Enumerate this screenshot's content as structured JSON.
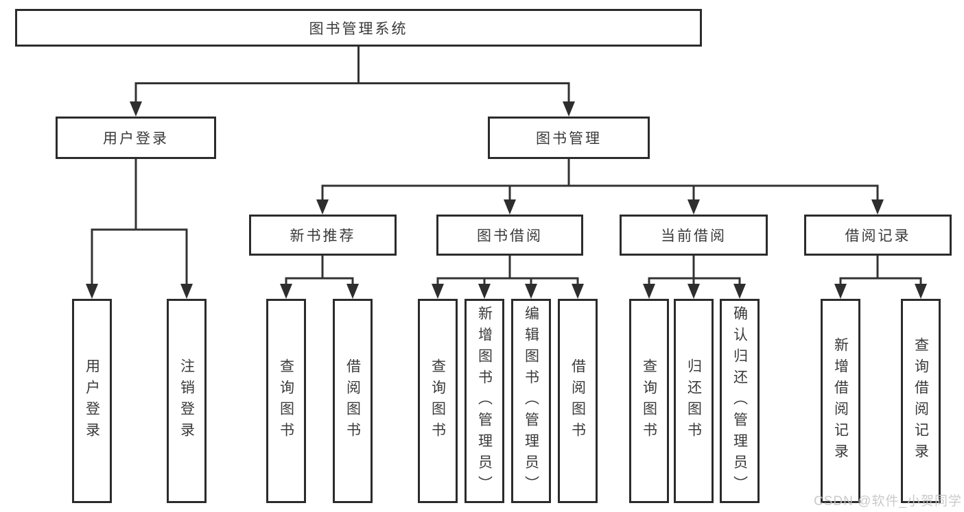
{
  "tree": {
    "root": {
      "label": "图书管理系统",
      "children": [
        {
          "label": "用户登录",
          "children": [
            {
              "label": "用户登录"
            },
            {
              "label": "注销登录"
            }
          ]
        },
        {
          "label": "图书管理",
          "children": [
            {
              "label": "新书推荐",
              "children": [
                {
                  "label": "查询图书"
                },
                {
                  "label": "借阅图书"
                }
              ]
            },
            {
              "label": "图书借阅",
              "children": [
                {
                  "label": "查询图书"
                },
                {
                  "label": "新增图书（管理员）"
                },
                {
                  "label": "编辑图书（管理员）"
                },
                {
                  "label": "借阅图书"
                }
              ]
            },
            {
              "label": "当前借阅",
              "children": [
                {
                  "label": "查询图书"
                },
                {
                  "label": "归还图书"
                },
                {
                  "label": "确认归还（管理员）"
                }
              ]
            },
            {
              "label": "借阅记录",
              "children": [
                {
                  "label": "新增借阅记录"
                },
                {
                  "label": "查询借阅记录"
                }
              ]
            }
          ]
        }
      ]
    }
  },
  "watermark": {
    "text": "CSDN @软件_小贺同学"
  },
  "colors": {
    "background": "#ffffff",
    "box_border": "#2b2b2b",
    "connector_line": "#333333",
    "arrow_fill": "#2e2e2e",
    "text": "#3a3a3a",
    "watermark": "#c6c6c6"
  }
}
